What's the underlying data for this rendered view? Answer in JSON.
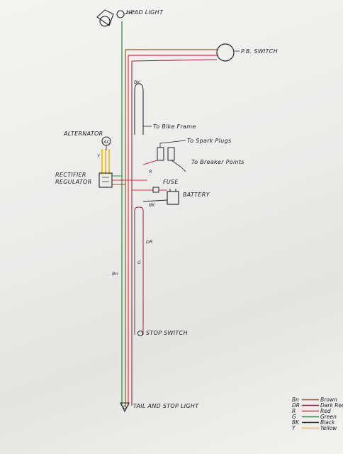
{
  "labels": {
    "headlight": "HEAD LIGHT",
    "pb_switch": "P.B. SWITCH",
    "to_bike_frame": "To Bike Frame",
    "to_spark_plugs": "To Spark Plugs",
    "alternator": "ALTERNATOR",
    "to_breaker_points": "To Breaker Points",
    "rectifier_regulator_1": "RECTIFIER",
    "rectifier_regulator_2": "REGULATOR",
    "fuse": "FUSE",
    "battery": "BATTERY",
    "stop_switch": "STOP SWITCH",
    "tail_stop_light": "TAIL AND STOP LIGHT",
    "alternator_code": "AC"
  },
  "wire_codes": {
    "bk_top": "BK",
    "y": "Y",
    "r": "R",
    "bk_battery": "BK",
    "dr": "DR",
    "g": "G",
    "bn": "Bn"
  },
  "legend": [
    {
      "code": "Bn",
      "name": "Brown",
      "color": "#8b5a2b"
    },
    {
      "code": "DR",
      "name": "Dark Red",
      "color": "#a0203a"
    },
    {
      "code": "R",
      "name": "Red",
      "color": "#e0304a"
    },
    {
      "code": "G",
      "name": "Green",
      "color": "#3a8a4a"
    },
    {
      "code": "BK",
      "name": "Black",
      "color": "#222222"
    },
    {
      "code": "Y",
      "name": "Yellow",
      "color": "#e6c42a"
    }
  ]
}
